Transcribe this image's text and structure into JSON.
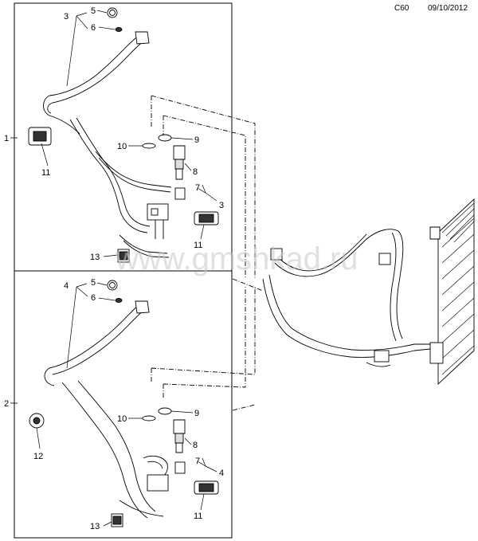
{
  "header": {
    "code": "C60",
    "date": "09/10/2012"
  },
  "watermark": "www.gmshkad.ru",
  "panels": [
    {
      "id": "1",
      "callouts": [
        "3",
        "5",
        "6",
        "10",
        "9",
        "8",
        "7",
        "3",
        "11",
        "11",
        "13"
      ]
    },
    {
      "id": "2",
      "callouts": [
        "4",
        "5",
        "6",
        "10",
        "9",
        "8",
        "7",
        "4",
        "12",
        "11",
        "13"
      ]
    }
  ]
}
